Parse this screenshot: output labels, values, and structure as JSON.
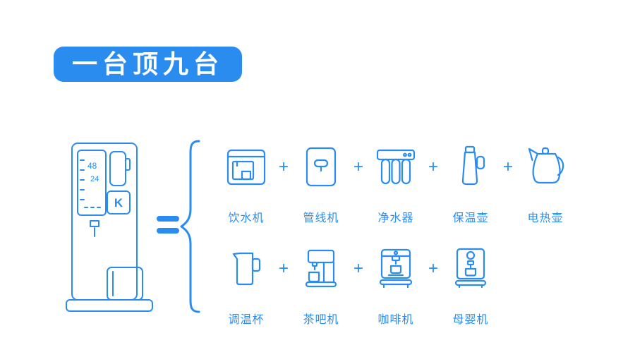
{
  "colors": {
    "accent": "#2b8cf0",
    "badge_text": "#ffffff",
    "background": "#ffffff"
  },
  "title": {
    "text": "一台顶九台"
  },
  "hero": {
    "name": "water-dispenser-illustration",
    "display": {
      "temp_top": "48",
      "temp_bottom": "24"
    },
    "logo_letter": "K"
  },
  "symbols": {
    "equals": "=",
    "plus": "+"
  },
  "rows": [
    {
      "items": [
        {
          "label": "饮水机",
          "icon": "drinking-water-dispenser-icon"
        },
        {
          "label": "管线机",
          "icon": "pipeline-machine-icon"
        },
        {
          "label": "净水器",
          "icon": "water-purifier-icon"
        },
        {
          "label": "保温壶",
          "icon": "thermos-icon"
        },
        {
          "label": "电热壶",
          "icon": "electric-kettle-icon"
        }
      ]
    },
    {
      "items": [
        {
          "label": "调温杯",
          "icon": "temperature-cup-icon"
        },
        {
          "label": "茶吧机",
          "icon": "tea-bar-machine-icon"
        },
        {
          "label": "咖啡机",
          "icon": "coffee-machine-icon"
        },
        {
          "label": "母婴机",
          "icon": "baby-care-machine-icon"
        }
      ]
    }
  ]
}
